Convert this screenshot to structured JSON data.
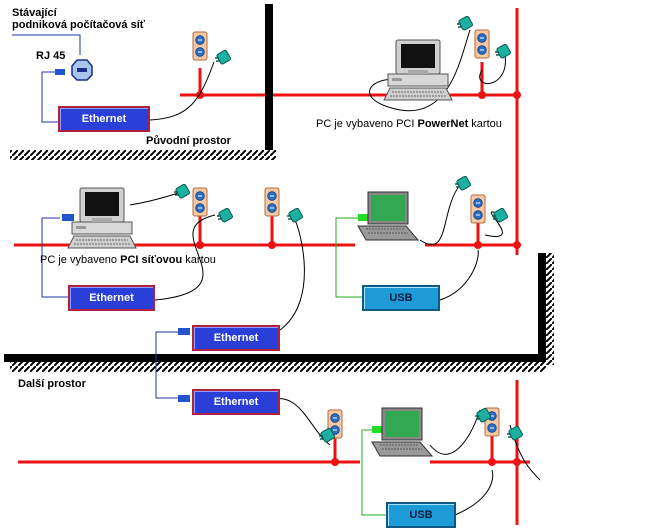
{
  "colors": {
    "cable": "#ee1111",
    "wall": "#000000",
    "ethernet_fill": "#2a3fd8",
    "ethernet_border": "#b02040",
    "ethernet_text": "#ffffff",
    "usb_fill": "#1d9bd6",
    "usb_border": "#0c5b84",
    "usb_text": "#0a1a40",
    "network_link": "#2233aa",
    "usb_link": "#22aa22",
    "adapter": "#1bb0a0"
  },
  "labels": {
    "existing_network_line1": "Stávající",
    "existing_network_line2": "podniková počítačová síť",
    "rj45": "RJ 45",
    "original_space": "Původní prostor",
    "another_space": "Další prostor",
    "pc_powernet_prefix": "PC je vybaveno PCI ",
    "pc_powernet_bold": "PowerNet",
    "pc_powernet_suffix": " kartou",
    "pc_pci_prefix": "PC je vybaveno ",
    "pc_pci_bold": "PCI síťovou",
    "pc_pci_suffix": " kartou"
  },
  "devices": {
    "ethernet_label": "Ethernet",
    "usb_label": "USB"
  },
  "icons": {
    "wall_jack": "wall-jack-icon",
    "desktop_pc": "desktop-pc-icon",
    "laptop": "laptop-icon",
    "power_outlet": "power-outlet-icon",
    "powerline_plug": "powerline-plug-icon"
  }
}
